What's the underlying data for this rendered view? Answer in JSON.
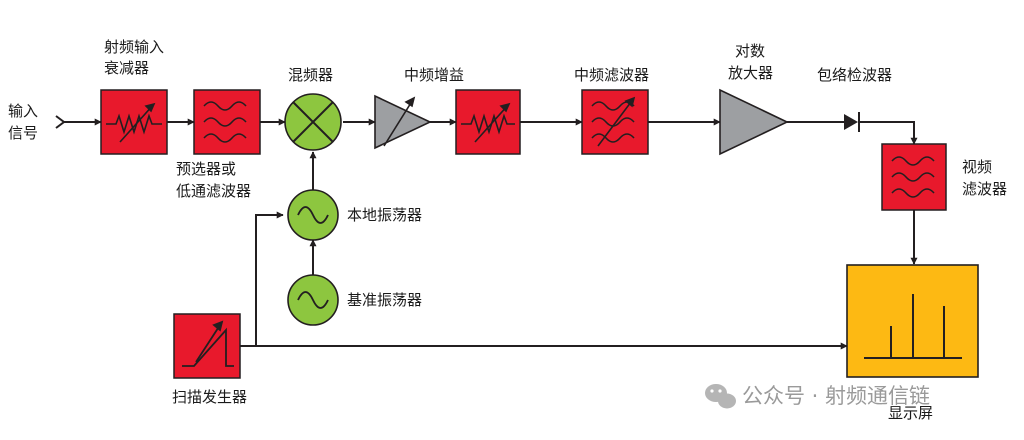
{
  "labels": {
    "input_line1": "输入",
    "input_line2": "信号",
    "rf_attn_line1": "射频输入",
    "rf_attn_line2": "衰减器",
    "preselector_line1": "预选器或",
    "preselector_line2": "低通滤波器",
    "mixer": "混频器",
    "if_gain": "中频增益",
    "if_filter": "中频滤波器",
    "log_amp_line1": "对数",
    "log_amp_line2": "放大器",
    "envelope_detector": "包络检波器",
    "video_filter_line1": "视频",
    "video_filter_line2": "滤波器",
    "local_oscillator": "本地振荡器",
    "reference_oscillator": "基准振荡器",
    "sweep_generator": "扫描发生器",
    "display": "显示屏"
  },
  "watermark": {
    "text": "公众号 · 射频通信链"
  },
  "colors": {
    "red_block": "#e8192c",
    "green_osc": "#8dc63f",
    "gray_amp": "#9d9fa2",
    "yellow_display": "#fdb913",
    "line": "#231f20"
  }
}
